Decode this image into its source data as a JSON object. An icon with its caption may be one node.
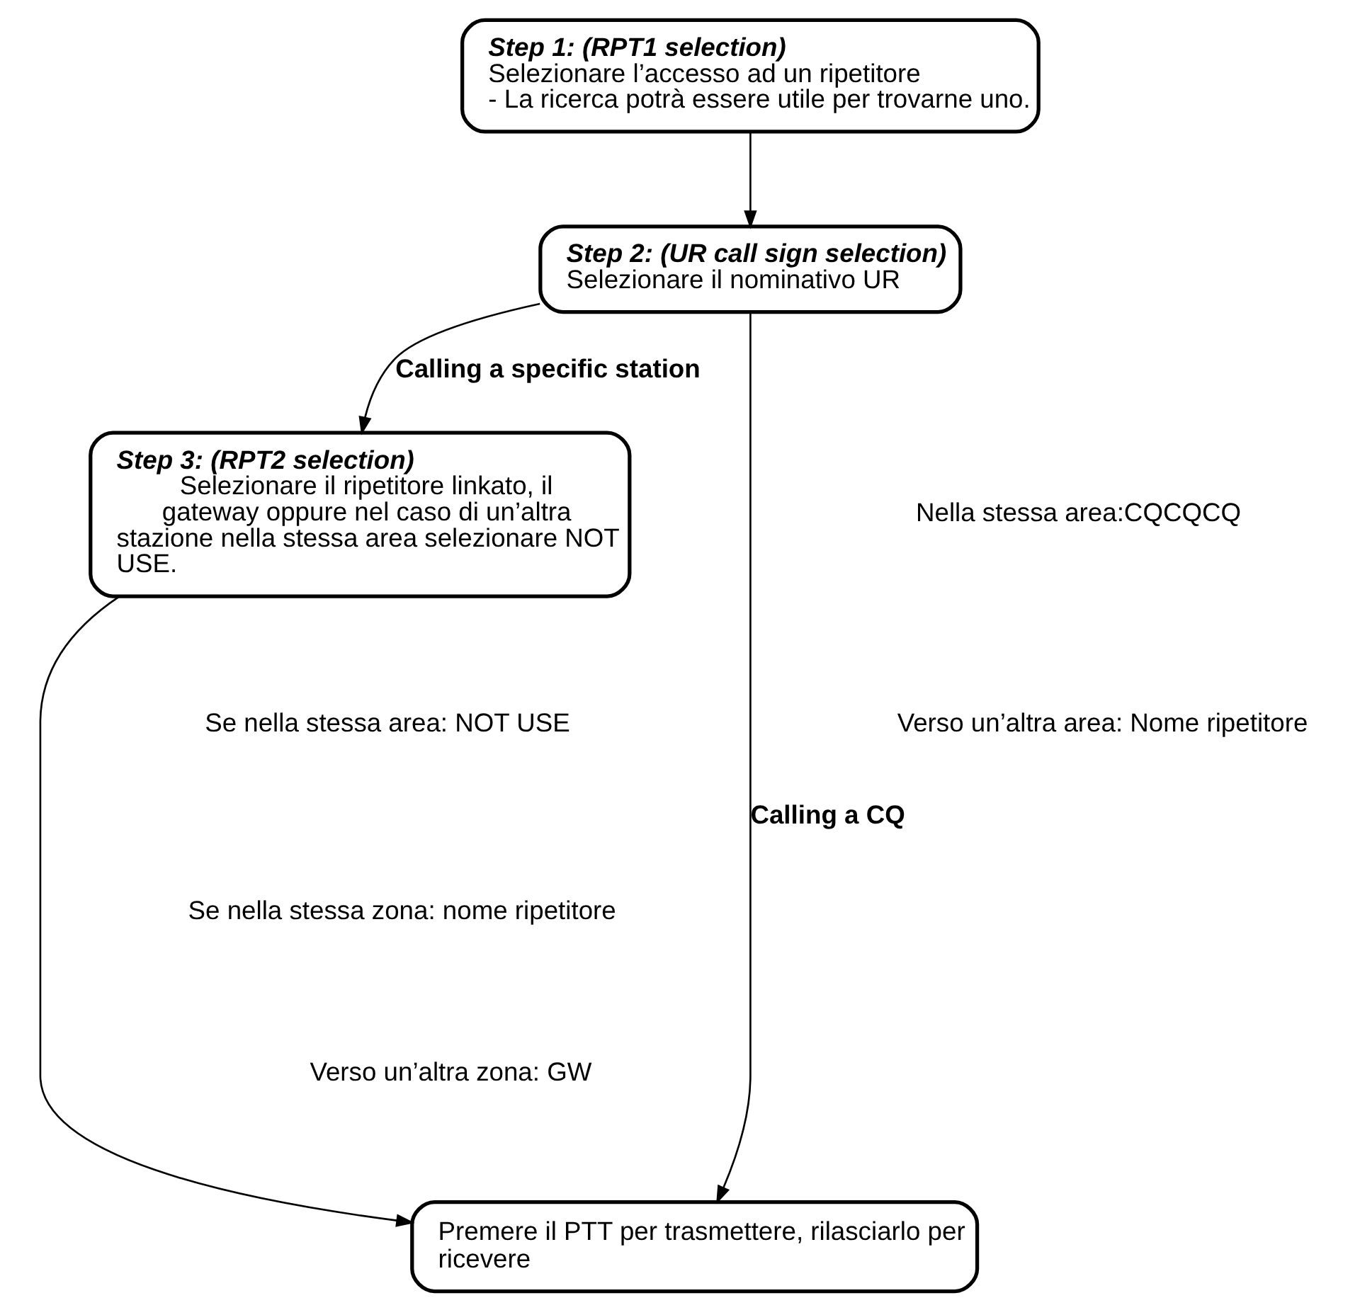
{
  "diagram": {
    "nodes": [
      {
        "text": [
          "Step 1: (RPT1 selection)",
          "Selezionare l’accesso ad un ripetitore",
          "- La ricerca potrà essere utile per trovarne uno."
        ]
      },
      {
        "text": [
          "Step 2: (UR call sign selection)",
          "Selezionare il nominativo UR"
        ]
      },
      {
        "text": [
          "Step 3: (RPT2 selection)",
          "Selezionare il ripetitore linkato, il gateway oppure nel caso di un’altra stazione nella stessa area selezionare NOT USE."
        ]
      },
      {
        "text": [
          "Premere il PTT per trasmettere, rilasciarlo per ricevere"
        ]
      }
    ],
    "edges": [
      {
        "from": 0,
        "to": 1,
        "arrow": "to"
      },
      {
        "from": 1,
        "to": 3,
        "arrow": "to",
        "label": "Calling a CQ"
      },
      {
        "from": 1,
        "to": 2,
        "arrow": "to",
        "label": "Calling a specific station"
      },
      {
        "from": 2,
        "to": 3,
        "arrow": "to"
      }
    ],
    "labels": [
      "Nella stessa area:CQCQCQ",
      "Verso un’altra area: Nome ripetitore",
      "Se nella stessa area: NOT USE",
      "Se nella stessa zona: nome ripetitore",
      "Verso un’altra zona: GW"
    ]
  }
}
